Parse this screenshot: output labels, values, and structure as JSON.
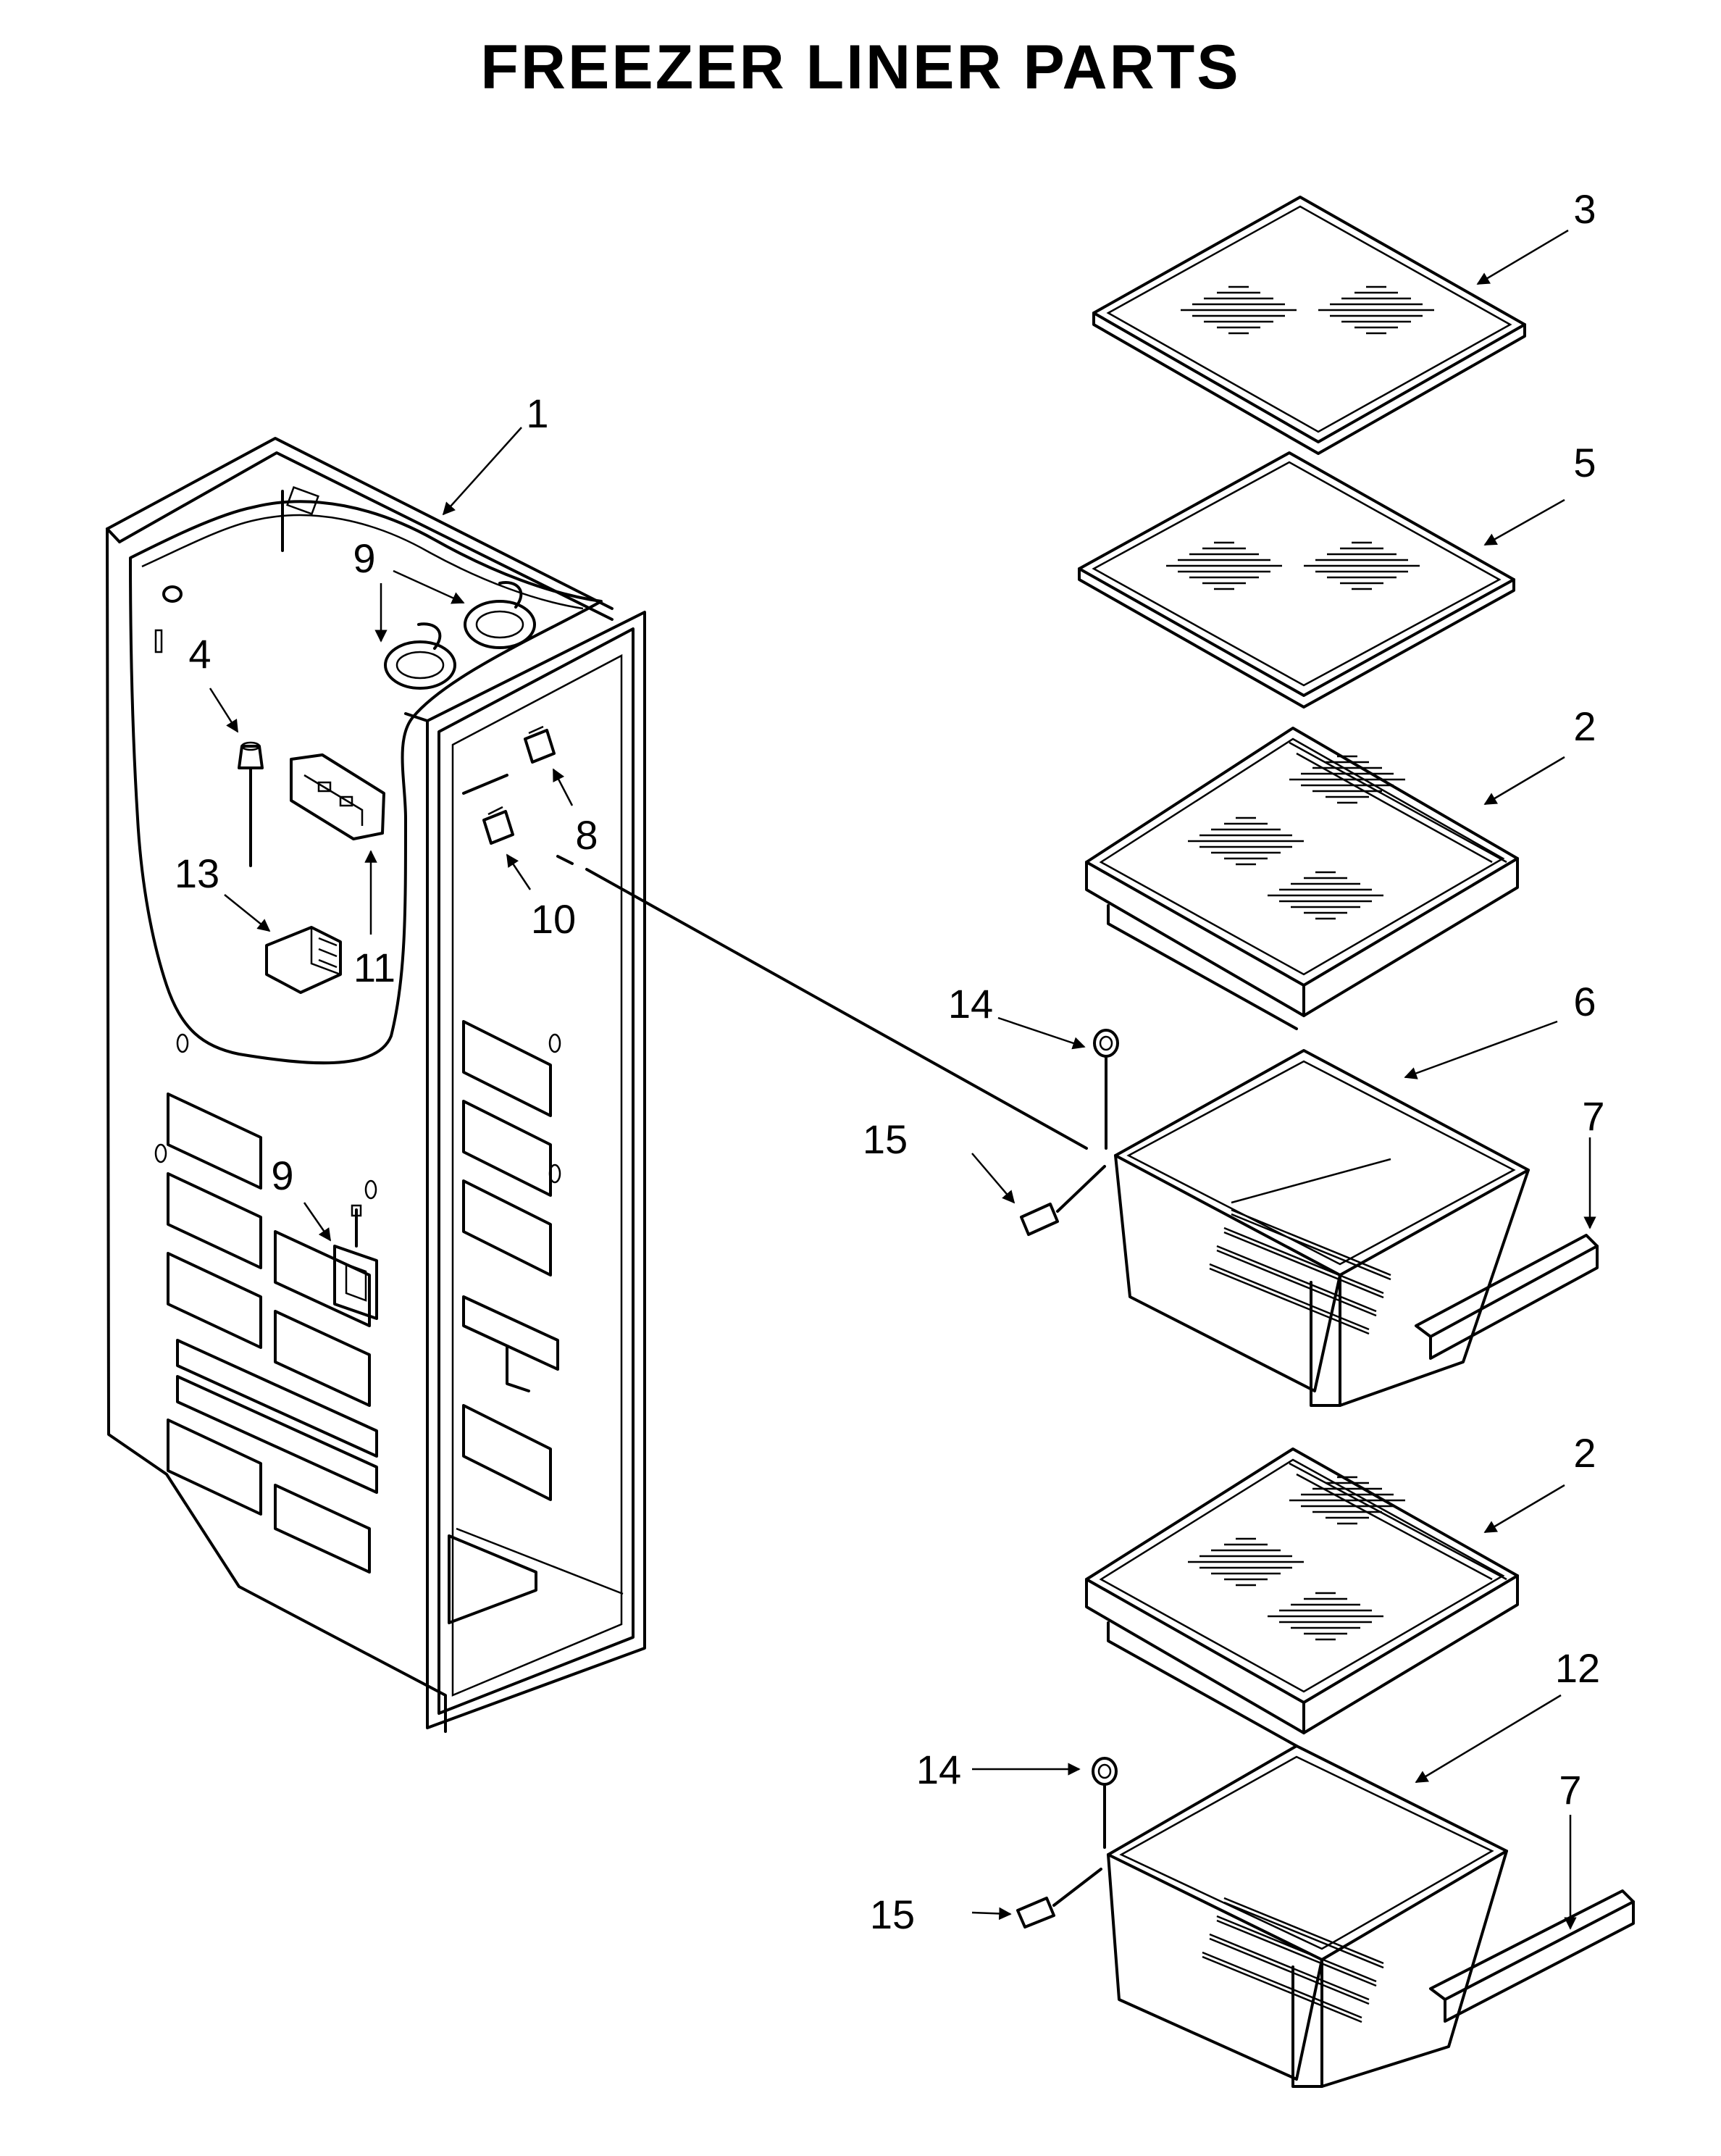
{
  "title": "FREEZER LINER PARTS",
  "callouts": {
    "liner": "1",
    "shelf_upper": "2",
    "shelf_lower": "2",
    "glass_top": "3",
    "thermistor": "4",
    "glass_second": "5",
    "pan_upper": "6",
    "slide_upper": "7",
    "slide_lower": "7",
    "bracket": "8",
    "light_top_a": "9",
    "light_lower": "9",
    "clip": "10",
    "cover": "11",
    "pan_lower": "12",
    "shield": "13",
    "wheel_upper": "14",
    "wheel_lower": "14",
    "stop_upper": "15",
    "stop_lower": "15"
  }
}
